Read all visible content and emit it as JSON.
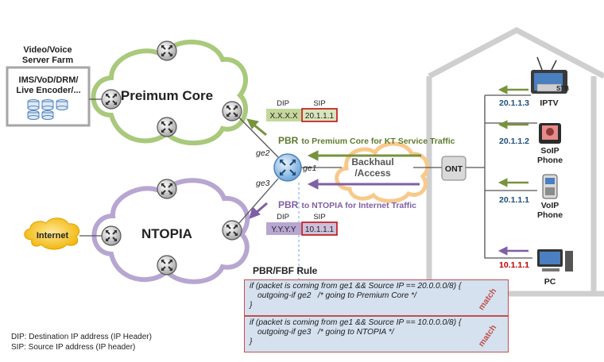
{
  "server_farm": {
    "title_line1": "Video/Voice",
    "title_line2": "Server Farm",
    "content_line1": "IMS/VoD/DRM/",
    "content_line2": "Live Encoder/..."
  },
  "clouds": {
    "premium_core": "Preimum Core",
    "ntopia": "NTOPIA",
    "internet": "Internet",
    "backhaul_line1": "Backhaul",
    "backhaul_line2": "/Access"
  },
  "router": {
    "ge1": "ge1",
    "ge2": "ge2",
    "ge3": "ge3"
  },
  "header_top": {
    "dip_label": "DIP",
    "sip_label": "SIP",
    "dip_value": "X.X.X.X",
    "sip_value": "20.1.1.1"
  },
  "header_bottom": {
    "dip_label": "DIP",
    "sip_label": "SIP",
    "dip_value": "Y.Y.Y.Y",
    "sip_value": "10.1.1.1"
  },
  "pbr_top": {
    "prefix": "PBR",
    "text": "to Premium Core for KT Service Traffic"
  },
  "pbr_bottom": {
    "prefix": "PBR",
    "text": "to NTOPIA for Internet Traffic"
  },
  "ont_label": "ONT",
  "devices": [
    {
      "ip": "20.1.1.3",
      "name_line1": "IPTV",
      "name_line2": "",
      "icon": "tv-icon",
      "ip_color": "#1f4e79"
    },
    {
      "ip": "20.1.1.2",
      "name_line1": "SoIP",
      "name_line2": "Phone",
      "icon": "soip-phone-icon",
      "ip_color": "#1f4e79"
    },
    {
      "ip": "20.1.1.1",
      "name_line1": "VoIP",
      "name_line2": "Phone",
      "icon": "voip-phone-icon",
      "ip_color": "#1f4e79"
    },
    {
      "ip": "10.1.1.1",
      "name_line1": "PC",
      "name_line2": "",
      "icon": "pc-icon",
      "ip_color": "#c00000"
    }
  ],
  "stb_label": "STB",
  "rules": {
    "title": "PBR/FBF Rule",
    "rule1": {
      "line1": "if (packet is coming from ge1 && Source IP == 20.0.0.0/8) {",
      "line2": "outgoing-if ge2   /* going to Premium Core */",
      "line3": "}",
      "match": "match"
    },
    "rule2": {
      "line1": "if (packet is coming from ge1 && Source IP == 10.0.0.0/8) {",
      "line2": "outgoing-if ge3   /* going to NTOPIA */",
      "line3": "}",
      "match": "match"
    }
  },
  "legend": {
    "line1": "DIP: Destination IP address (IP Header)",
    "line2": "SIP: Source IP address (IP header)"
  },
  "colors": {
    "green": "#77933c",
    "purple": "#7f5fa6",
    "cloud_green": "#a9c97b",
    "cloud_purple": "#b7a6d2",
    "cloud_orange": "#f9c98a",
    "router_blue": "#9ec3ea",
    "red": "#c0504d"
  }
}
